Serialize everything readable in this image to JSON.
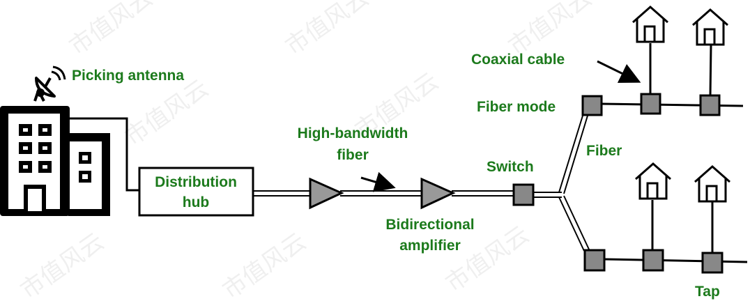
{
  "labels": {
    "antenna": "Picking antenna",
    "hub_line1": "Distribution",
    "hub_line2": "hub",
    "hbf_line1": "High-bandwidth",
    "hbf_line2": "fiber",
    "amp_line1": "Bidirectional",
    "amp_line2": "amplifier",
    "switch": "Switch",
    "fiber": "Fiber",
    "fiber_mode": "Fiber mode",
    "coaxial": "Coaxial cable",
    "tap": "Tap"
  },
  "watermark": "市值风云",
  "colors": {
    "label": "#1c7a1c",
    "node": "#888888",
    "line": "#000000"
  }
}
